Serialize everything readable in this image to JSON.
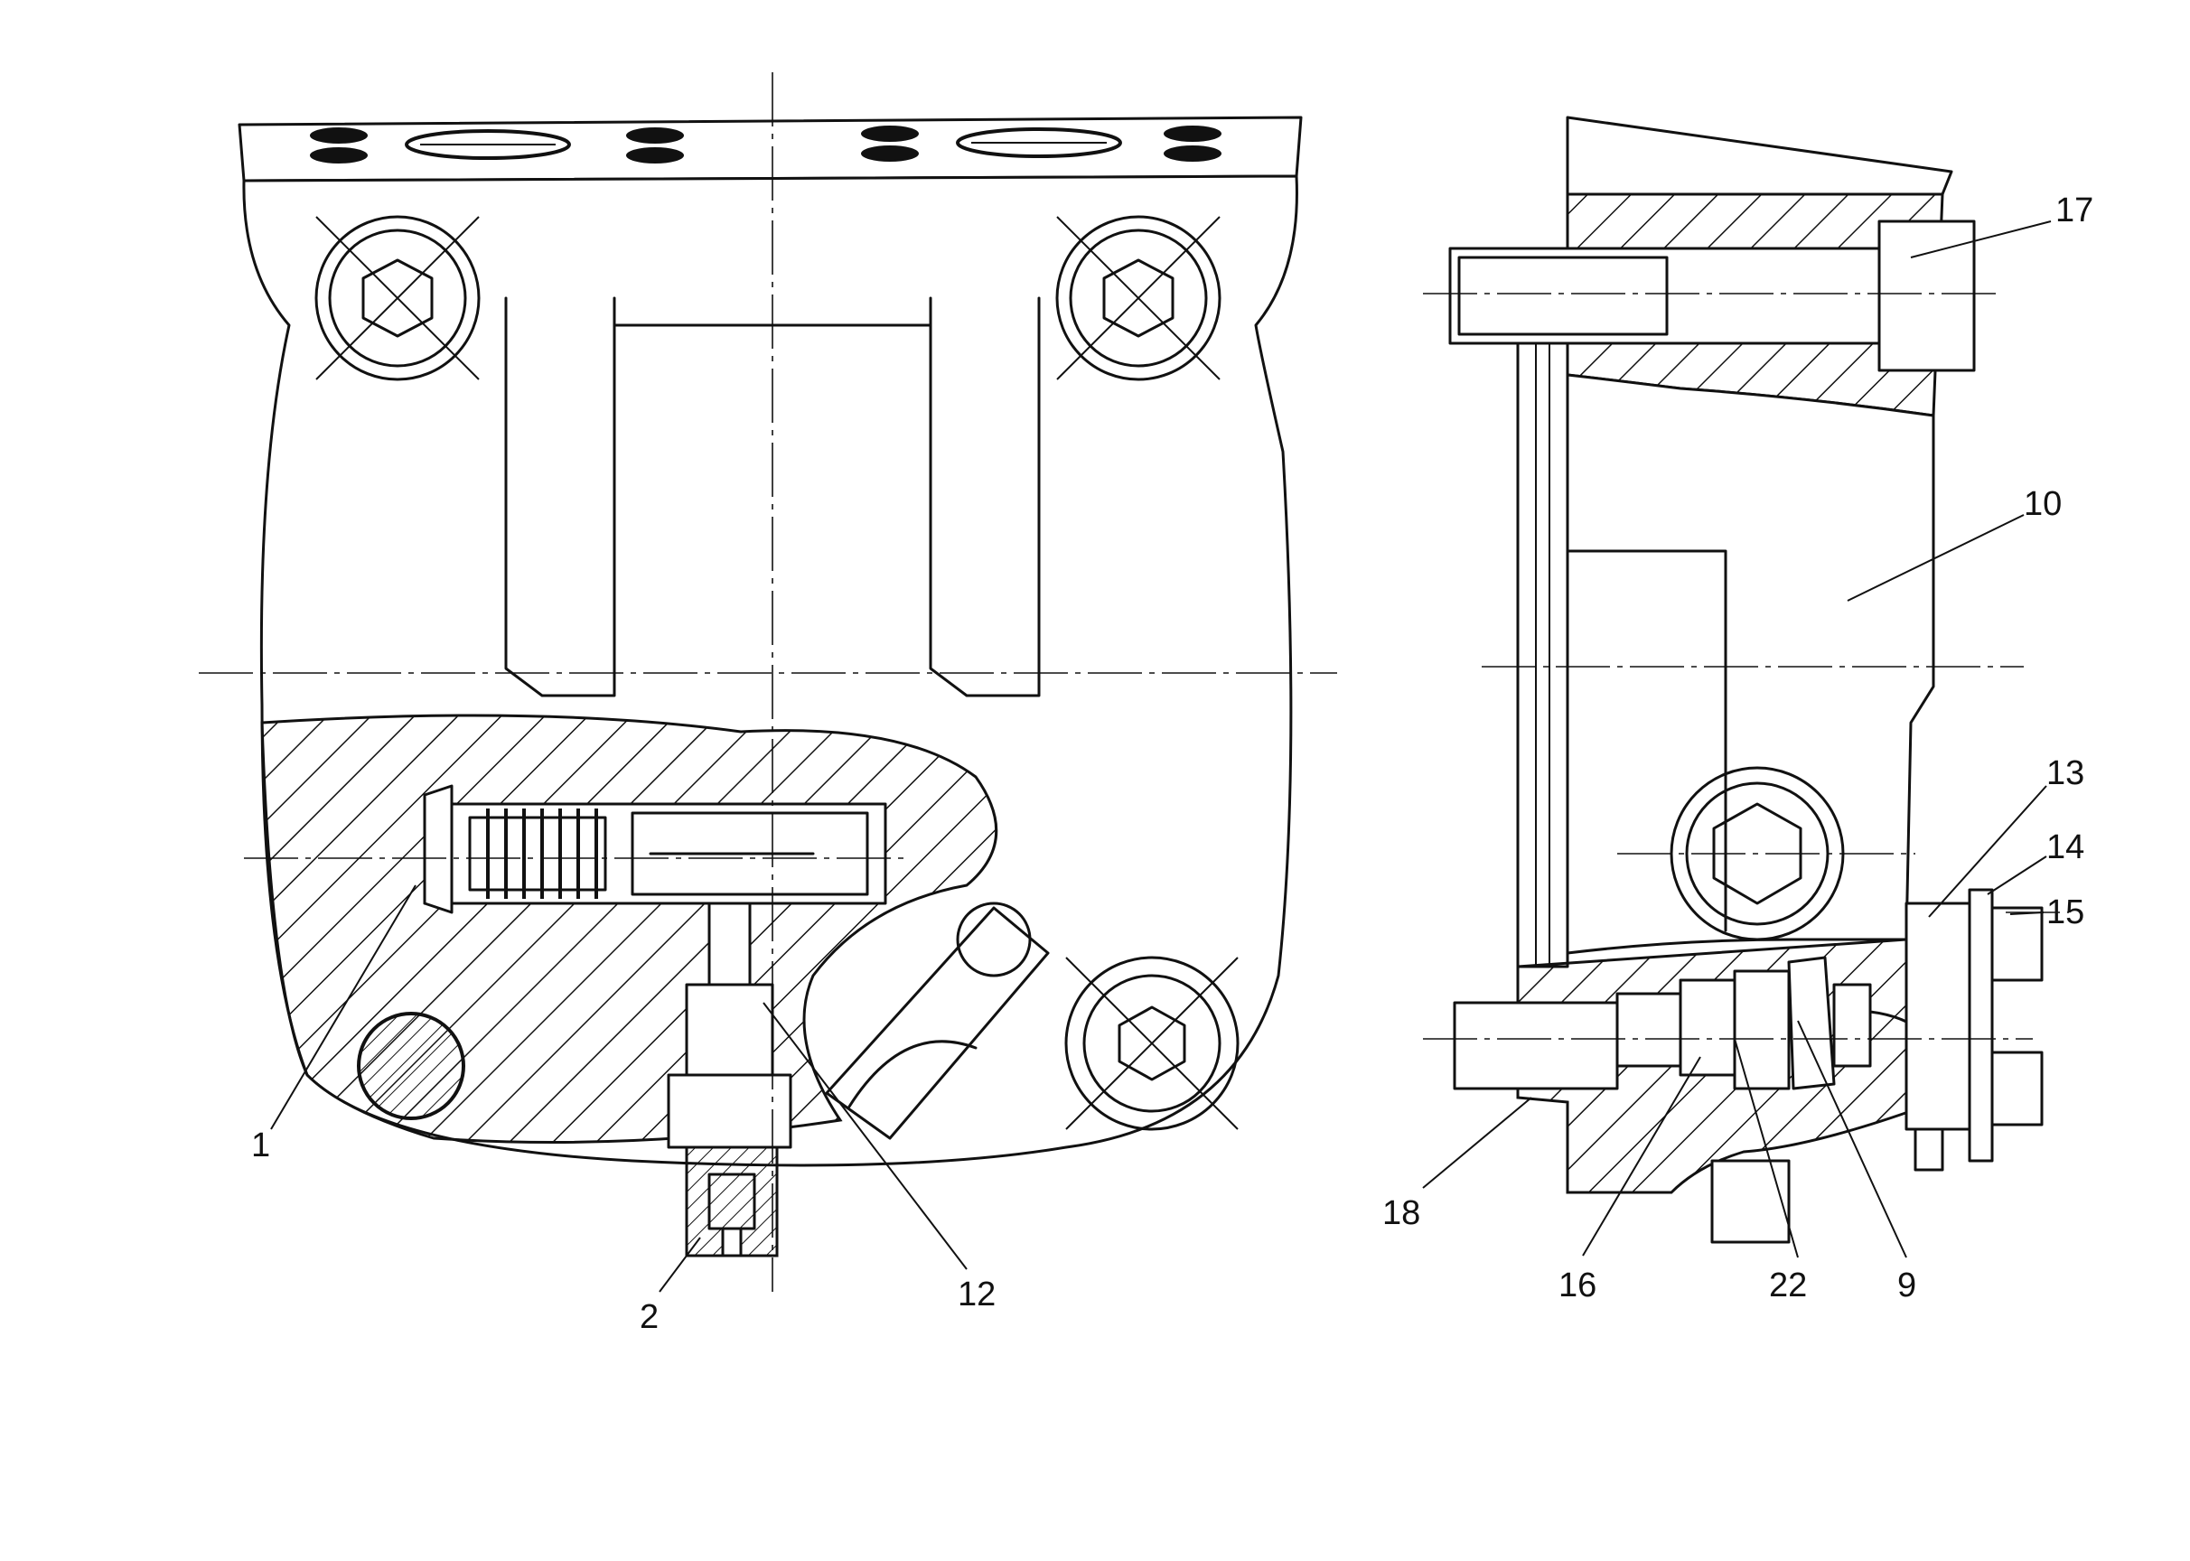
{
  "figure": {
    "ink_color": "#111111",
    "paper_color": "#ffffff",
    "callouts": {
      "c1": "1",
      "c2": "2",
      "c9": "9",
      "c10": "10",
      "c12": "12",
      "c13": "13",
      "c14": "14",
      "c15": "15",
      "c16": "16",
      "c17": "17",
      "c18": "18",
      "c22": "22"
    }
  }
}
